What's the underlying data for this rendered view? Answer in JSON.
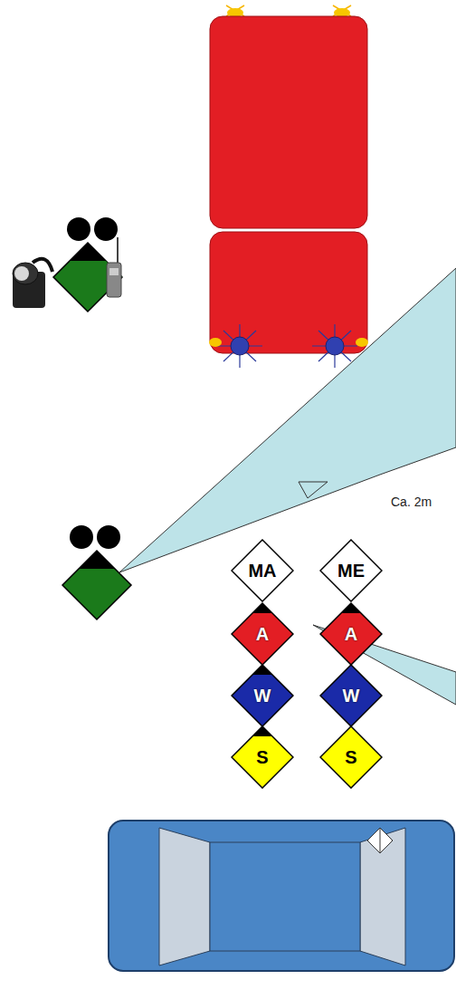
{
  "diagram": {
    "nodes": [
      {
        "text": [
          "MA"
        ]
      },
      {
        "text": [
          "ME"
        ]
      },
      {
        "text": [
          "A"
        ]
      },
      {
        "text": [
          "A"
        ]
      },
      {
        "text": [
          "W"
        ]
      },
      {
        "text": [
          "W"
        ]
      },
      {
        "text": [
          "S"
        ]
      },
      {
        "text": [
          "S"
        ]
      }
    ],
    "labels": [
      "Ca. 2m"
    ]
  }
}
